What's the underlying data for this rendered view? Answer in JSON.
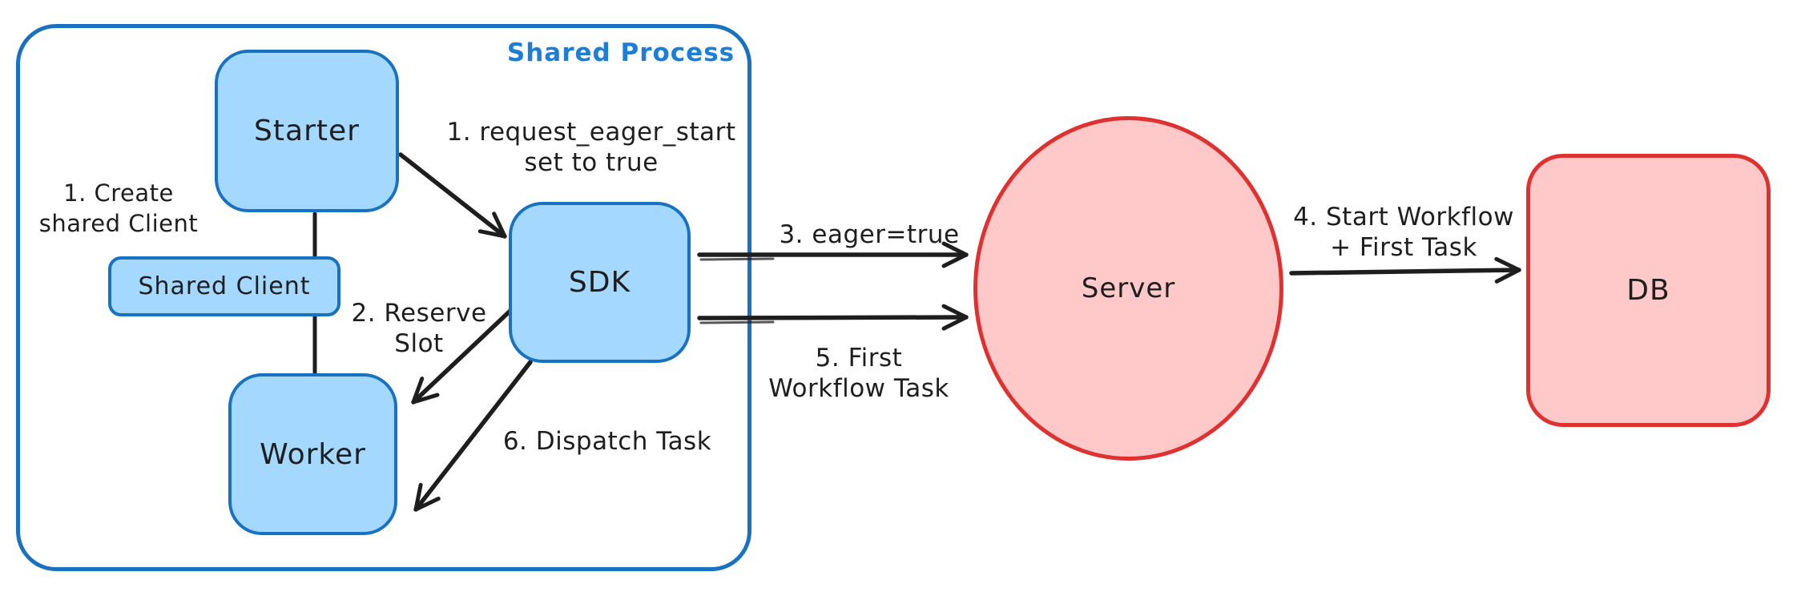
{
  "diagram": {
    "container": {
      "label": "Shared Process"
    },
    "nodes": {
      "starter": {
        "label": "Starter"
      },
      "shared_client": {
        "label": "Shared Client"
      },
      "worker": {
        "label": "Worker"
      },
      "sdk": {
        "label": "SDK"
      },
      "server": {
        "label": "Server"
      },
      "db": {
        "label": "DB"
      }
    },
    "annotations": {
      "create_shared_client": {
        "line1": "1. Create",
        "line2": "shared Client"
      },
      "request_eager_start": {
        "line1": "1. request_eager_start",
        "line2": "set to true"
      },
      "reserve_slot": {
        "line1": "2. Reserve",
        "line2": "Slot"
      },
      "eager_true": {
        "label": "3. eager=true"
      },
      "start_workflow": {
        "line1": "4. Start Workflow",
        "line2": "+ First Task"
      },
      "first_workflow_task": {
        "line1": "5. First",
        "line2": "Workflow Task"
      },
      "dispatch_task": {
        "label": "6. Dispatch Task"
      }
    },
    "colors": {
      "blue_stroke": "#1971c2",
      "blue_fill": "#a5d8ff",
      "blue_text": "#1c7ed6",
      "red_stroke": "#e03131",
      "red_fill": "#ffc9c9",
      "ink": "#1e1e1e",
      "background": "#ffffff"
    }
  }
}
